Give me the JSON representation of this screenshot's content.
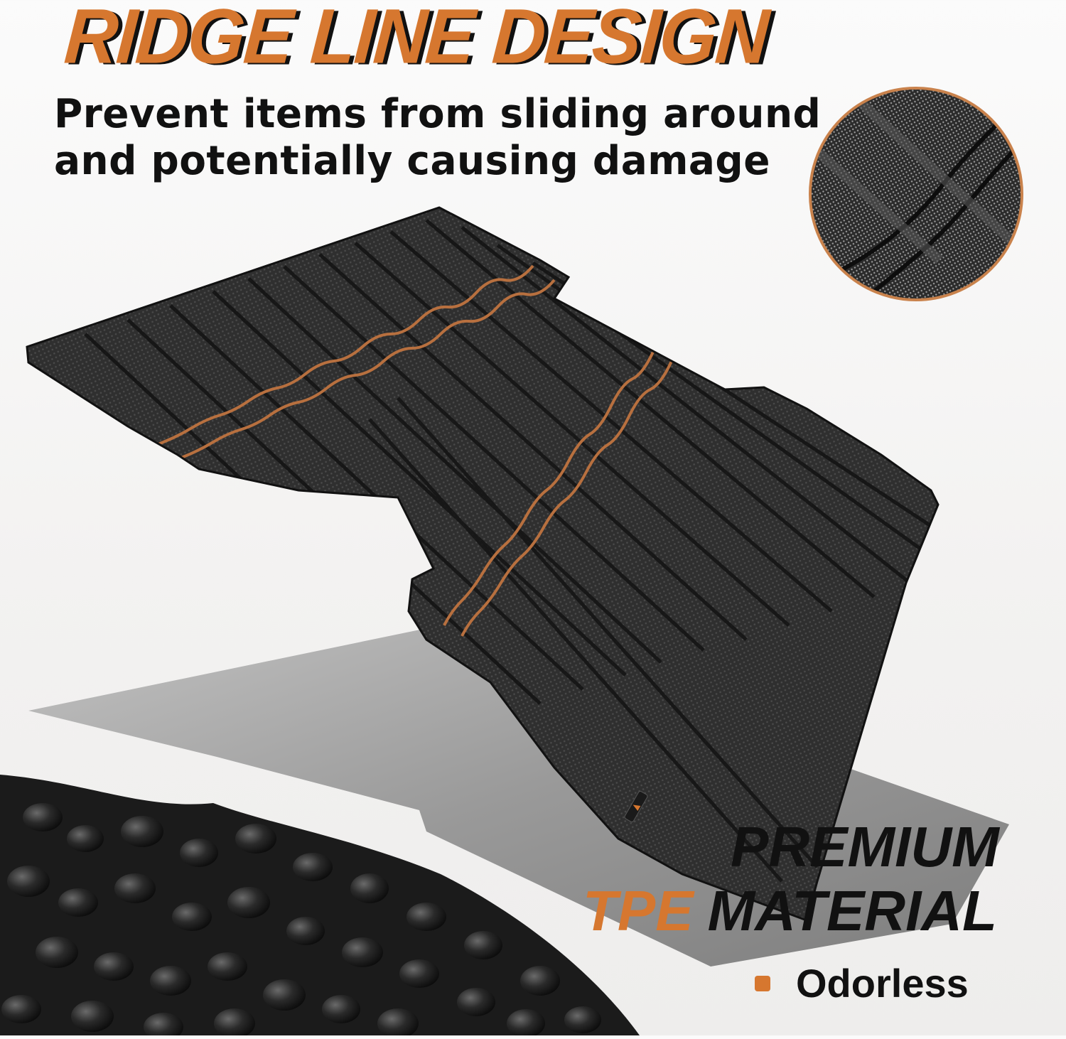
{
  "headline": "RIDGE LINE DESIGN",
  "subheadline": {
    "line1": "Prevent items from sliding around",
    "line2": "and potentially causing damage"
  },
  "material_callout": {
    "line1": "PREMIUM",
    "highlight": "TPE",
    "line2_rest": "MATERIAL",
    "features": [
      {
        "label": "Odorless"
      }
    ]
  },
  "images": {
    "product": "truck-bed-mat",
    "detail_zoom": "ridge-line-closeup",
    "raw_material": "tpe-pellets",
    "brand_badge": "brand-logo"
  },
  "colors": {
    "accent": "#d6772f",
    "text": "#111111",
    "background": "#f3f2f1",
    "mat": "#2e2e2e",
    "ridge": "#b8703f"
  }
}
